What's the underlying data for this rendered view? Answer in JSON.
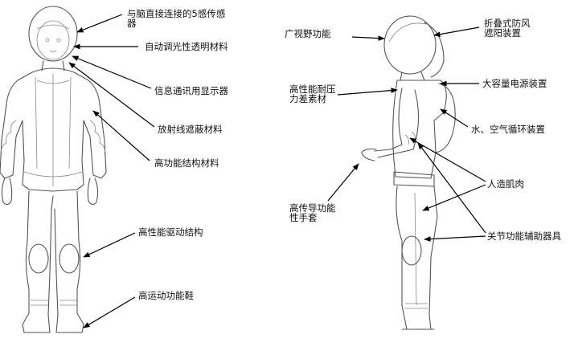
{
  "front_labels": {
    "sensor": [
      "与脑直接连接的5感传感",
      "器"
    ],
    "visor": "自动调光性透明材料",
    "display": "信息通讯用显示器",
    "shield": "放射线遮蔽材料",
    "structure": "高功能结构材料",
    "drive": "高性能驱动结构",
    "shoes": "高运动功能鞋"
  },
  "side_labels": {
    "wide_view": "广视野功能",
    "hood": [
      "折叠式防风",
      "遮阳装置"
    ],
    "pressure": [
      "高性能耐压",
      "力差素材"
    ],
    "power": "大容量电源装置",
    "water_air": "水、空气循环装置",
    "gloves": [
      "高传导功能",
      "性手套"
    ],
    "muscle": "人造肌肉",
    "joint": "关节功能辅助器具"
  },
  "colors": {
    "ink": "#111111",
    "sketch": "#555555"
  }
}
